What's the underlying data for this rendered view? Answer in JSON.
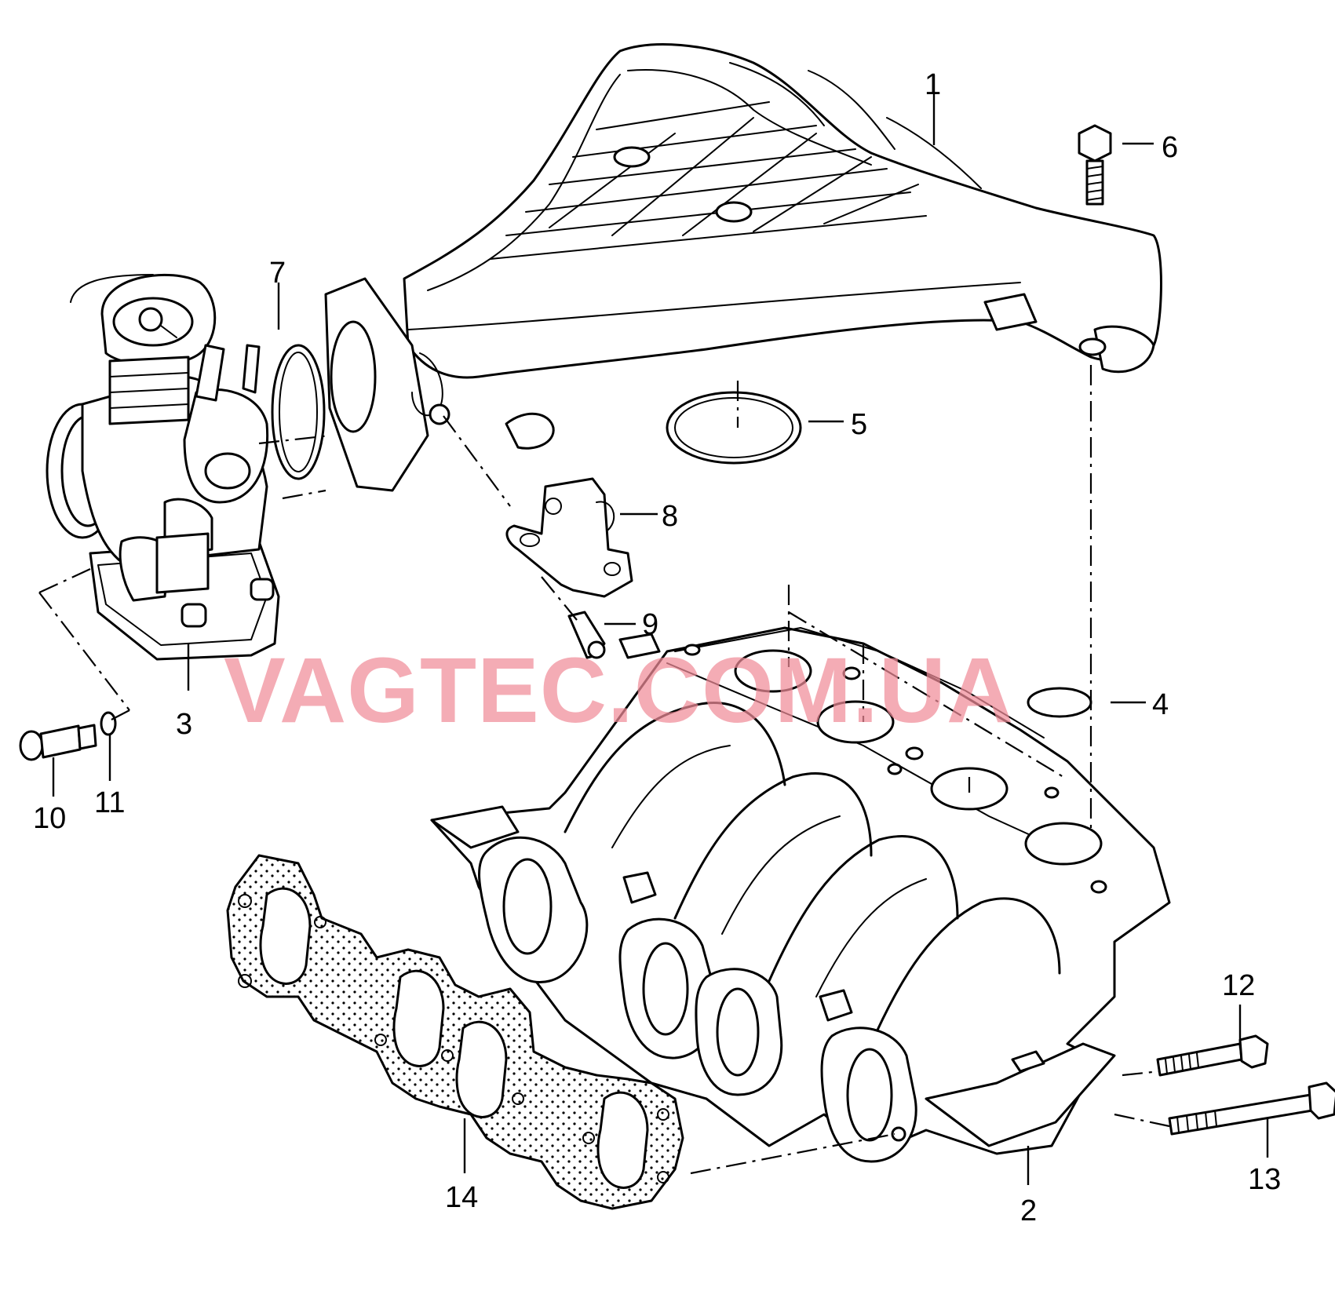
{
  "labels": {
    "p1": "1",
    "p2": "2",
    "p3": "3",
    "p4": "4",
    "p5": "5",
    "p6": "6",
    "p7": "7",
    "p8": "8",
    "p9": "9",
    "p10": "10",
    "p11": "11",
    "p12": "12",
    "p13": "13",
    "p14": "14"
  },
  "watermark": "VAGTEC.COM.UA",
  "colors": {
    "line": "#000000",
    "watermark": "#f08c98",
    "background": "#ffffff"
  }
}
